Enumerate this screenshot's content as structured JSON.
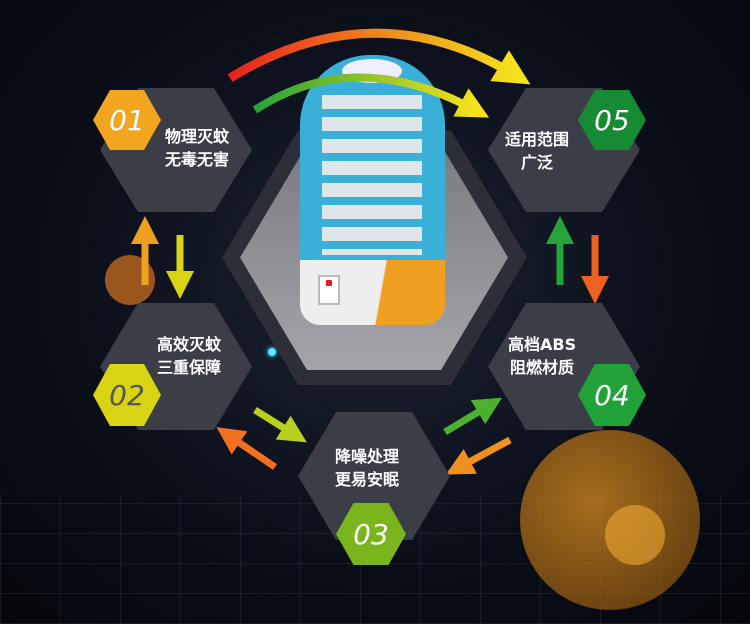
{
  "features": [
    {
      "num": "01",
      "line1": "物理灭蚊",
      "line2": "无毒无害",
      "color": "#f2a51f"
    },
    {
      "num": "02",
      "line1": "高效灭蚊",
      "line2": "三重保障",
      "color": "#d8d414"
    },
    {
      "num": "03",
      "line1": "降噪处理",
      "line2": "更易安眠",
      "color": "#7ab51d"
    },
    {
      "num": "04",
      "line1": "高档ABS",
      "line2": "阻燃材质",
      "color": "#22a33a"
    },
    {
      "num": "05",
      "line1": "适用范围",
      "line2": "广泛",
      "color": "#178a34"
    }
  ],
  "product": {
    "name": "mosquito-killer-lamp",
    "shell_color": "#3ab0d8",
    "base_color": "#f0a020"
  }
}
